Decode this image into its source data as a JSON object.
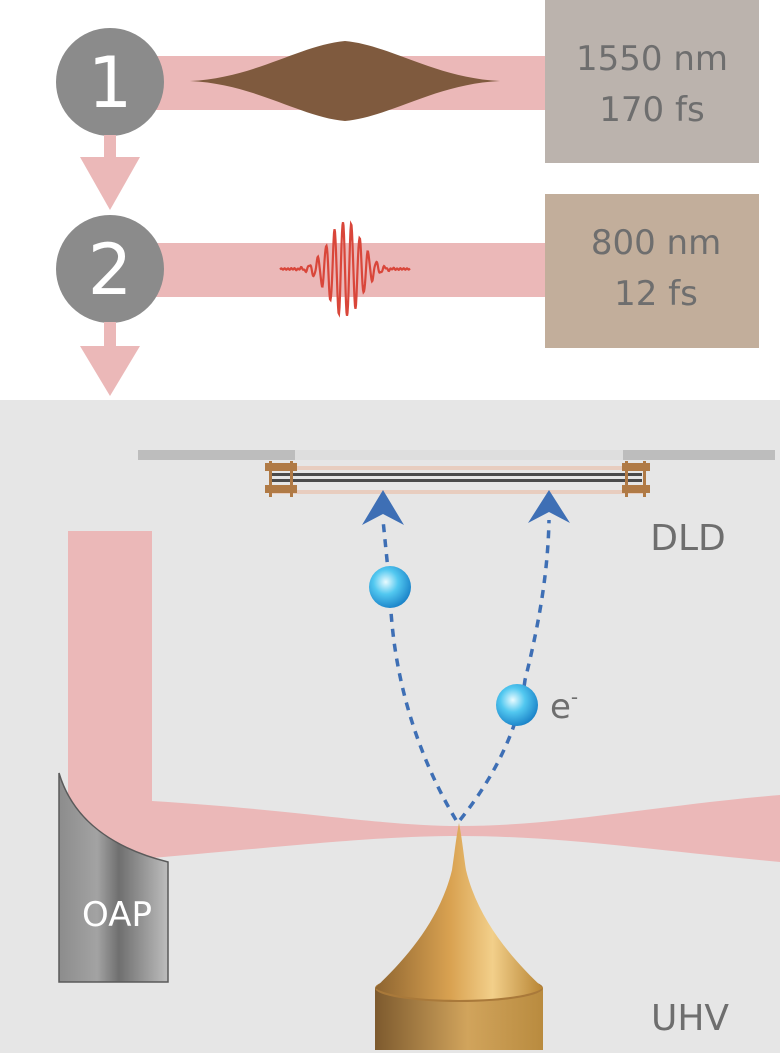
{
  "stages": [
    {
      "number": "1",
      "wavelength": "1550 nm",
      "duration": "170 fs",
      "box_color": "#bbb3ad"
    },
    {
      "number": "2",
      "wavelength": "800 nm",
      "duration": "12 fs",
      "box_color": "#c2ae9b"
    }
  ],
  "chamber": {
    "detector_label": "DLD",
    "electron_label": "e",
    "electron_superscript": "-",
    "mirror_label": "OAP",
    "vacuum_label": "UHV"
  },
  "colors": {
    "beam": "#ebb8b8",
    "circle": "#8b8b8b",
    "chamber_bg": "#e6e6e6",
    "envelope_pulse": "#7f5a3e",
    "oscillating_pulse": "#d9463a",
    "trajectory": "#3e6fb5",
    "tip": "#c7913f",
    "label_text": "#6e6e6e"
  }
}
